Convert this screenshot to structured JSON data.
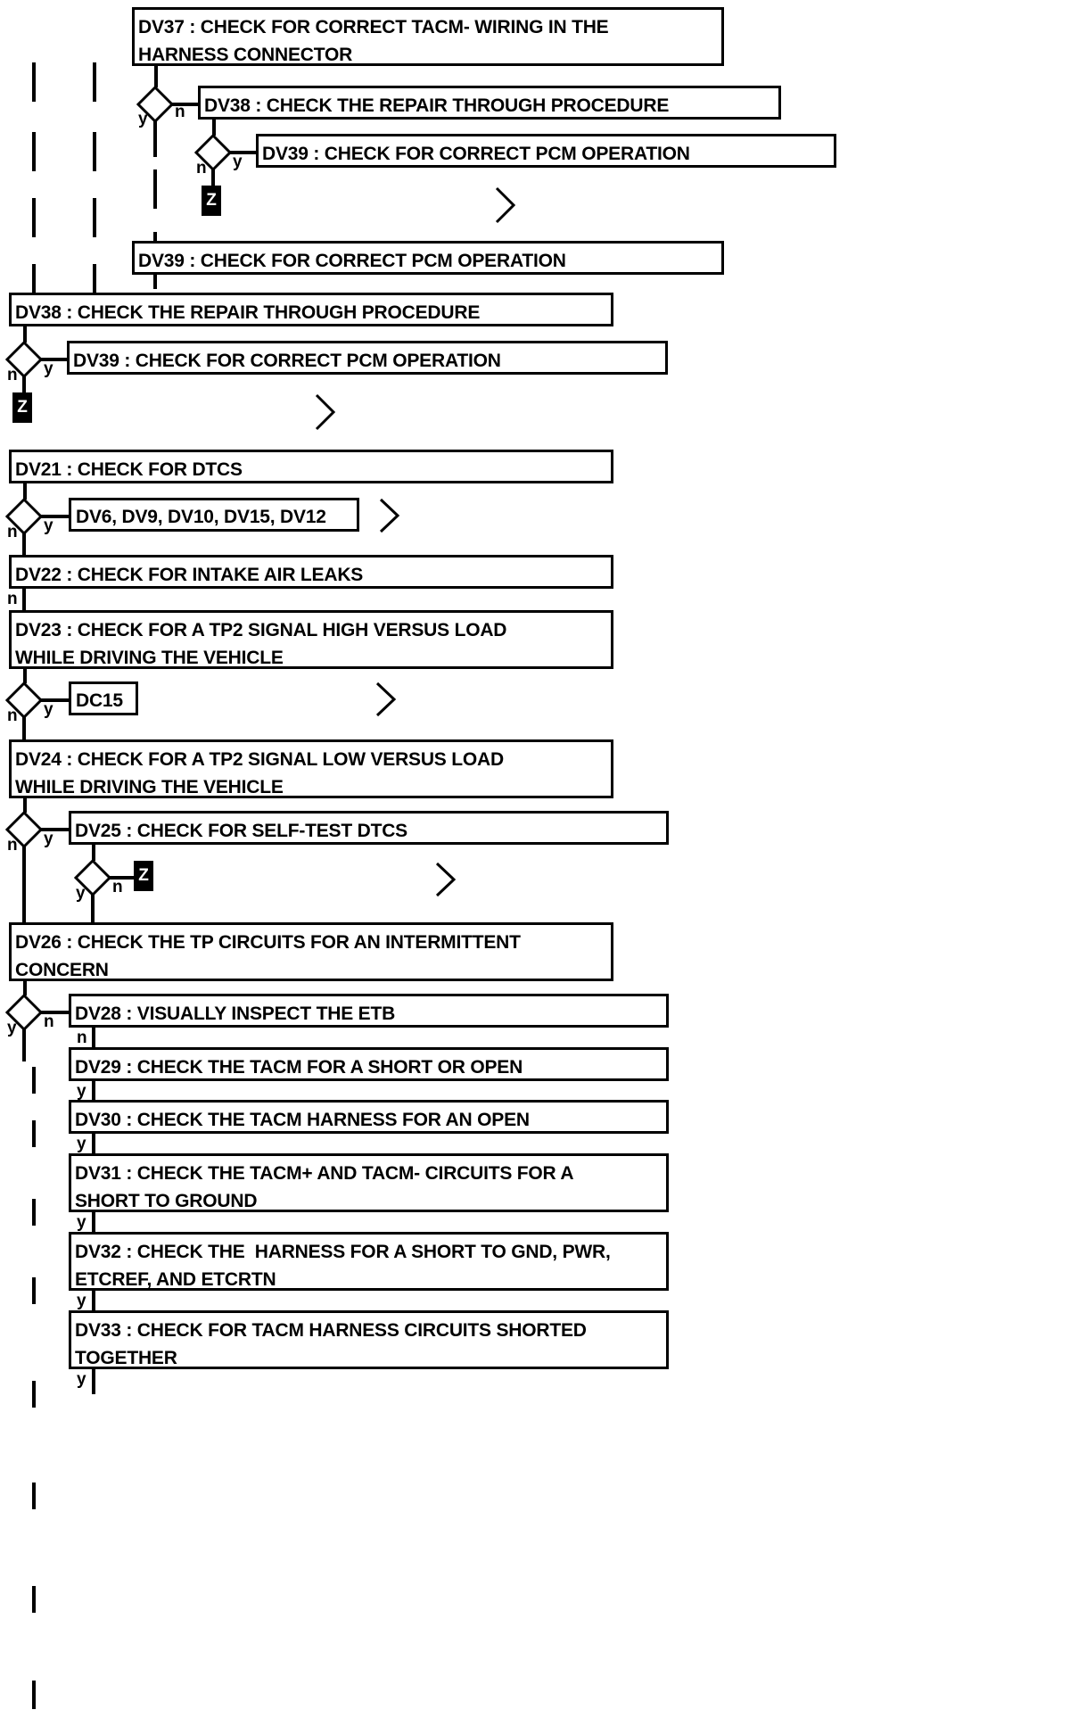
{
  "diagram": {
    "type": "flowchart",
    "title": "Powertrain diagnostic decision flowchart (DV / DC steps)",
    "nodes": [
      {
        "id": "DV37",
        "label": "DV37 : CHECK FOR CORRECT TACM- WIRING IN THE\nHARNESS CONNECTOR"
      },
      {
        "id": "DV38a",
        "label": "DV38 : CHECK THE REPAIR THROUGH PROCEDURE"
      },
      {
        "id": "DV39a",
        "label": "DV39 : CHECK FOR CORRECT PCM OPERATION"
      },
      {
        "id": "DV39b",
        "label": "DV39 : CHECK FOR CORRECT PCM OPERATION"
      },
      {
        "id": "DV38b",
        "label": "DV38 : CHECK THE REPAIR THROUGH PROCEDURE"
      },
      {
        "id": "DV39c",
        "label": "DV39 : CHECK FOR CORRECT PCM OPERATION"
      },
      {
        "id": "DV21",
        "label": "DV21 : CHECK FOR DTCS"
      },
      {
        "id": "DVLIST",
        "label": "DV6, DV9, DV10, DV15, DV12"
      },
      {
        "id": "DV22",
        "label": "DV22 : CHECK FOR INTAKE AIR LEAKS"
      },
      {
        "id": "DV23",
        "label": "DV23 : CHECK FOR A TP2 SIGNAL HIGH VERSUS LOAD\nWHILE DRIVING THE VEHICLE"
      },
      {
        "id": "DC15",
        "label": "DC15"
      },
      {
        "id": "DV24",
        "label": "DV24 : CHECK FOR A TP2 SIGNAL LOW VERSUS LOAD\nWHILE DRIVING THE VEHICLE"
      },
      {
        "id": "DV25",
        "label": "DV25 : CHECK FOR SELF-TEST DTCS"
      },
      {
        "id": "DV26",
        "label": "DV26 : CHECK THE TP CIRCUITS FOR AN INTERMITTENT\nCONCERN"
      },
      {
        "id": "DV28",
        "label": "DV28 : VISUALLY INSPECT THE ETB"
      },
      {
        "id": "DV29",
        "label": "DV29 : CHECK THE TACM FOR A SHORT OR OPEN"
      },
      {
        "id": "DV30",
        "label": "DV30 : CHECK THE TACM HARNESS FOR AN OPEN"
      },
      {
        "id": "DV31",
        "label": "DV31 : CHECK THE TACM+ AND TACM- CIRCUITS FOR A\nSHORT TO GROUND"
      },
      {
        "id": "DV32",
        "label": "DV32 : CHECK THE  HARNESS FOR A SHORT TO GND, PWR,\nETCREF, AND ETCRTN"
      },
      {
        "id": "DV33",
        "label": "DV33 : CHECK FOR TACM HARNESS CIRCUITS SHORTED\nTOGETHER"
      }
    ],
    "terminators": [
      {
        "id": "Z1",
        "label": "Z"
      },
      {
        "id": "Z2",
        "label": "Z"
      },
      {
        "id": "Z3",
        "label": "Z"
      }
    ],
    "branch_labels": {
      "yes": "y",
      "no": "n"
    },
    "edges": [
      {
        "from": "DV37",
        "to": "DV38a",
        "branch": "n"
      },
      {
        "from": "DV37",
        "to": "",
        "branch": "y"
      },
      {
        "from": "DV38a",
        "to": "DV39a",
        "branch": "y"
      },
      {
        "from": "DV38a",
        "to": "Z1",
        "branch": "n"
      },
      {
        "from": "DV38b",
        "to": "DV39c",
        "branch": "y"
      },
      {
        "from": "DV38b",
        "to": "Z2",
        "branch": "n"
      },
      {
        "from": "DV21",
        "to": "DVLIST",
        "branch": "y"
      },
      {
        "from": "DV21",
        "to": "DV22",
        "branch": "n"
      },
      {
        "from": "DV22",
        "to": "DV23",
        "branch": "n"
      },
      {
        "from": "DV23",
        "to": "DC15",
        "branch": "y"
      },
      {
        "from": "DV23",
        "to": "DV24",
        "branch": "n"
      },
      {
        "from": "DV24",
        "to": "DV25",
        "branch": "y"
      },
      {
        "from": "DV24",
        "to": "DV26",
        "branch": "n"
      },
      {
        "from": "DV25",
        "to": "Z3",
        "branch": "n"
      },
      {
        "from": "DV25",
        "to": "DV26",
        "branch": "y"
      },
      {
        "from": "DV26",
        "to": "DV28",
        "branch": "n"
      },
      {
        "from": "DV26",
        "to": "",
        "branch": "y"
      },
      {
        "from": "DV28",
        "to": "DV29",
        "branch": "n"
      },
      {
        "from": "DV29",
        "to": "DV30",
        "branch": "y"
      },
      {
        "from": "DV30",
        "to": "DV31",
        "branch": "y"
      },
      {
        "from": "DV31",
        "to": "DV32",
        "branch": "y"
      },
      {
        "from": "DV32",
        "to": "DV33",
        "branch": "y"
      },
      {
        "from": "DV33",
        "to": "",
        "branch": "y"
      }
    ],
    "colors": {
      "stroke": "#000000",
      "fill": "#ffffff",
      "terminator_fill": "#000000",
      "terminator_text": "#ffffff"
    }
  }
}
